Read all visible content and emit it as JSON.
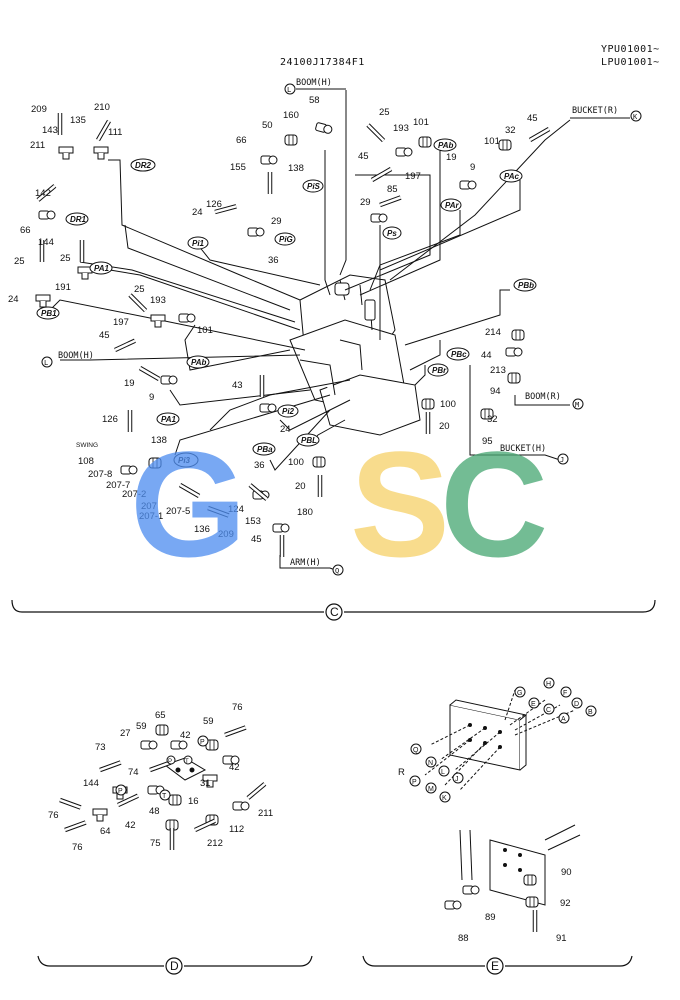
{
  "header": {
    "drawing_number": "24100J17384F1",
    "serial_range_1": "YPU01001~",
    "serial_range_2": "LPU01001~"
  },
  "watermark": {
    "letters": [
      "G",
      "S",
      "C"
    ],
    "colors": [
      "#4f8ef0",
      "#f06a5a",
      "#f7d26b",
      "#4aa874"
    ]
  },
  "section_c": {
    "label": "C",
    "ports": {
      "boom_h_top": "BOOM(H)",
      "boom_h_left": "BOOM(H)",
      "bucket_r": "BUCKET(R)",
      "boom_r": "BOOM(R)",
      "bucket_h": "BUCKET(H)",
      "arm_h": "ARM(H)",
      "swing": "SWING"
    },
    "port_letters": {
      "boom_h_top": "L",
      "boom_h_left": "L",
      "bucket_r": "K",
      "boom_r": "M",
      "bucket_h": "J",
      "arm_h": "Q"
    },
    "tags": [
      "DR2",
      "DR1",
      "PA1",
      "PB1",
      "Pi1",
      "PiG",
      "PiS",
      "Ps",
      "PAb",
      "PAr",
      "PAc",
      "PBb",
      "PBc",
      "PBr",
      "PAb",
      "PA1",
      "Pi2",
      "PBa",
      "PBL",
      "Pi3"
    ],
    "part_numbers": [
      "209",
      "210",
      "135",
      "143",
      "111",
      "211",
      "142",
      "66",
      "144",
      "25",
      "25",
      "191",
      "24",
      "66",
      "50",
      "160",
      "58",
      "155",
      "138",
      "24",
      "126",
      "29",
      "36",
      "25",
      "193",
      "101",
      "45",
      "197",
      "85",
      "19",
      "9",
      "29",
      "101",
      "32",
      "45",
      "101",
      "25",
      "193",
      "197",
      "45",
      "19",
      "9",
      "126",
      "138",
      "108",
      "207-8",
      "207-7",
      "207-2",
      "207",
      "207-1",
      "207-5",
      "136",
      "209",
      "124",
      "153",
      "45",
      "43",
      "24",
      "36",
      "100",
      "20",
      "180",
      "100",
      "20",
      "32",
      "95",
      "214",
      "44",
      "213",
      "94"
    ]
  },
  "section_d": {
    "label": "D",
    "part_numbers": [
      "27",
      "59",
      "65",
      "59",
      "76",
      "73",
      "42",
      "74",
      "42",
      "31",
      "144",
      "48",
      "16",
      "211",
      "76",
      "42",
      "112",
      "76",
      "64",
      "75",
      "212"
    ],
    "small_letters": [
      "P",
      "P",
      "P",
      "T",
      "T"
    ]
  },
  "section_e": {
    "label": "E",
    "top_letters": [
      "G",
      "H",
      "F",
      "E",
      "D",
      "C",
      "A",
      "B",
      "Q",
      "N",
      "L",
      "R",
      "P",
      "M",
      "K",
      "J"
    ],
    "part_numbers": [
      "90",
      "89",
      "92",
      "88",
      "91"
    ]
  }
}
